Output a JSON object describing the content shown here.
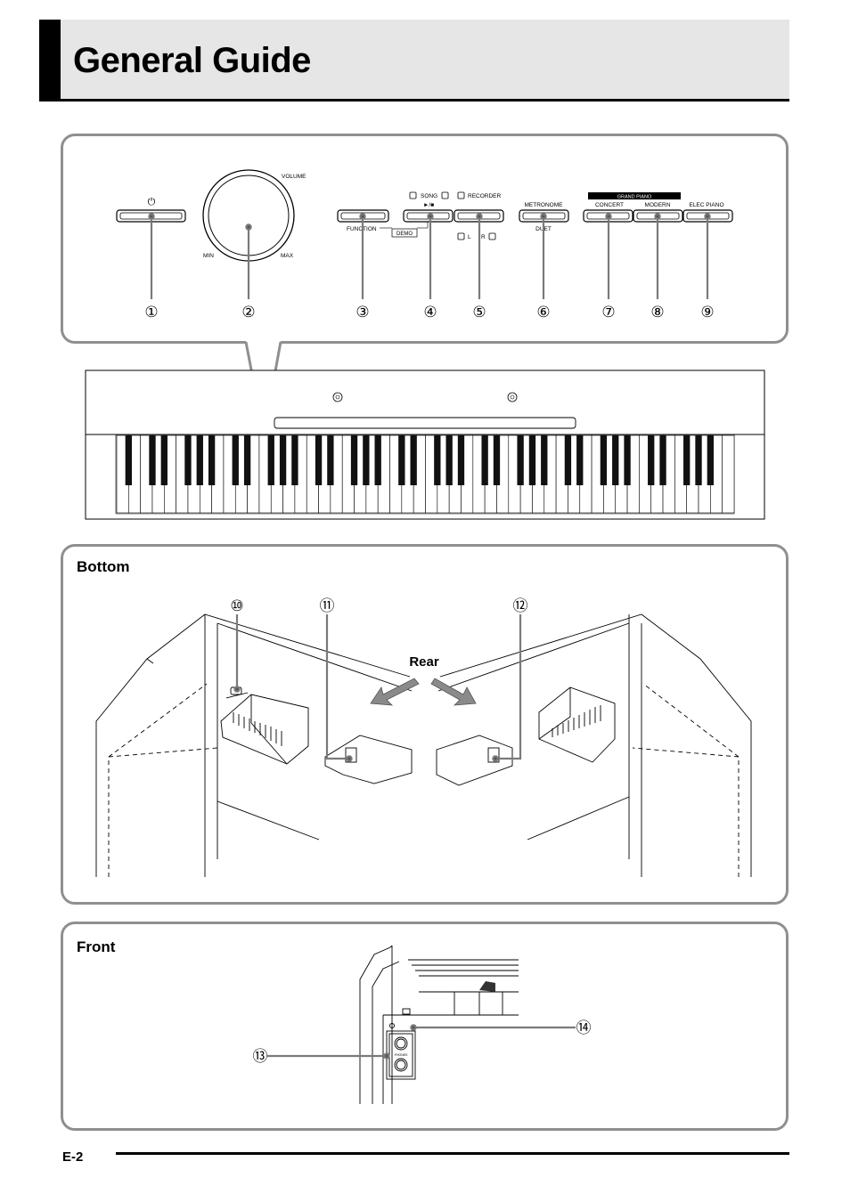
{
  "page": {
    "title": "General Guide",
    "footer": "E-2"
  },
  "control_panel": {
    "power_symbol": "⏻",
    "volume_label": "VOLUME",
    "min_label": "MIN",
    "max_label": "MAX",
    "function_label": "FUNCTION",
    "demo_label": "DEMO",
    "song_label": "SONG",
    "play_stop_label": "►/■",
    "recorder_label": "RECORDER",
    "l_label": "L",
    "r_label": "R",
    "metronome_label": "METRONOME",
    "duet_label": "DUET",
    "grand_piano_label": "GRAND PIANO",
    "concert_label": "CONCERT",
    "modern_label": "MODERN",
    "elec_piano_label": "ELEC PIANO",
    "callouts": [
      "①",
      "②",
      "③",
      "④",
      "⑤",
      "⑥",
      "⑦",
      "⑧",
      "⑨"
    ]
  },
  "bottom_panel": {
    "label": "Bottom",
    "rear_label": "Rear",
    "callouts": [
      "⑩",
      "⑪",
      "⑫"
    ]
  },
  "front_panel": {
    "label": "Front",
    "phones_label": "PHONES",
    "callouts": [
      "⑬",
      "⑭"
    ]
  },
  "colors": {
    "panel_border": "#8f8f8f",
    "header_bg": "#e6e6e6",
    "arrow_gray": "#7a7a7a"
  }
}
